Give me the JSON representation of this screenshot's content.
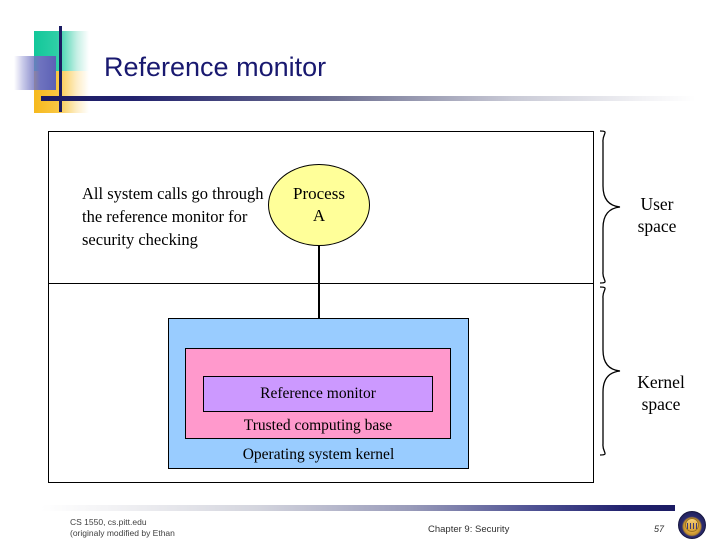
{
  "slide": {
    "title": "Reference monitor"
  },
  "diagram": {
    "description_text": "All system calls go through the reference monitor for security checking",
    "process": {
      "line1": "Process",
      "line2": "A"
    },
    "boxes": {
      "reference_monitor": "Reference monitor",
      "trusted_computing_base": "Trusted computing base",
      "operating_system_kernel": "Operating system kernel"
    },
    "spaces": {
      "user": "User\nspace",
      "user_line1": "User",
      "user_line2": "space",
      "kernel_line1": "Kernel",
      "kernel_line2": "space"
    },
    "colors": {
      "process_circle": "#ffff99",
      "kernel_box": "#99ccff",
      "tcb_box": "#ff99cc",
      "refmon_box": "#cc99ff",
      "title": "#191970",
      "outline": "#000000"
    }
  },
  "footer": {
    "left_line1": "CS 1550, cs.pitt.edu",
    "left_line2": "(originaly modified by Ethan",
    "center": "Chapter 9: Security",
    "page_number": "57"
  }
}
